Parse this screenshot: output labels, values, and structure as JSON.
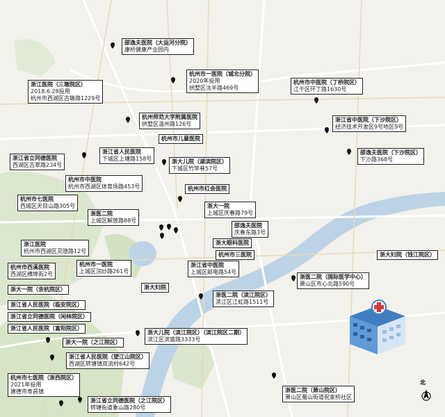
{
  "map": {
    "north_label": "北"
  },
  "labels": [
    {
      "name": "邵逸夫医院（大运河分院）",
      "sub": [
        "康桥健康产业园内"
      ]
    },
    {
      "name": "浙江医院（三墩院区）",
      "sub": [
        "2018.6.28投用",
        "杭州市西湖区古墩路1229号"
      ]
    },
    {
      "name": "杭州市一医院（城北分院）",
      "sub": [
        "2020年投用",
        "拱墅区沈半路469号"
      ]
    },
    {
      "name": "杭州市中医院（丁桥院区）",
      "sub": [
        "江干区环丁路1630号"
      ]
    },
    {
      "name": "杭州师范大学附属医院",
      "sub": [
        "拱墅区温州路126号"
      ]
    },
    {
      "name": "浙江省中医院（下沙院区）",
      "sub": [
        "经济技术开发区9号地区9号"
      ]
    },
    {
      "name": "杭州市儿童医院",
      "sub": []
    },
    {
      "name": "浙江省人民医院",
      "sub": [
        "下城区上塘路158号"
      ]
    },
    {
      "name": "邵逸夫医院（下沙院区）",
      "sub": [
        "下沙路368号"
      ]
    },
    {
      "name": "浙江省立同德医院",
      "sub": [
        "西湖区古翠路234号"
      ]
    },
    {
      "name": "浙大儿院（湖滨院区）",
      "sub": [
        "下城区竹竿巷57号"
      ]
    },
    {
      "name": "杭州市中医院",
      "sub": [
        "杭州市西湖区体育场路453号"
      ]
    },
    {
      "name": "杭州市红会医院",
      "sub": []
    },
    {
      "name": "杭州市七医院",
      "sub": [
        "西城区天目山路305号"
      ]
    },
    {
      "name": "浙大一院",
      "sub": [
        "上城区庆春路79号"
      ]
    },
    {
      "name": "浙医二院",
      "sub": [
        "上城区解放路88号"
      ]
    },
    {
      "name": "邵逸夫医院",
      "sub": [
        "庆春东路3号"
      ]
    },
    {
      "name": "浙江医院",
      "sub": [
        "杭州市西湖区灵隐路12号"
      ]
    },
    {
      "name": "浙大眼科医院",
      "sub": []
    },
    {
      "name": "杭州市西溪医院",
      "sub": [
        "西湖区横埠街2号"
      ]
    },
    {
      "name": "杭州市一医院",
      "sub": [
        "上城区浣纱路261号"
      ]
    },
    {
      "name": "杭州市三医院",
      "sub": []
    },
    {
      "name": "浙大妇院（钱江院区）",
      "sub": []
    },
    {
      "name": "浙江省中医院",
      "sub": [
        "上城区邮电路54号"
      ]
    },
    {
      "name": "浙医二院（国际医学中心）",
      "sub": [
        "萧山区市心北路590号"
      ]
    },
    {
      "name": "浙大妇院",
      "sub": []
    },
    {
      "name": "浙大一院（余杭院区）",
      "sub": []
    },
    {
      "name": "浙医二院（滨江院区）",
      "sub": [
        "滨江区江虹路1511号"
      ]
    },
    {
      "name": "浙江省人民医院（临安院区）",
      "sub": []
    },
    {
      "name": "浙江省立同德医院（闲林院区）",
      "sub": []
    },
    {
      "name": "浙江省人民医院（富阳院区）",
      "sub": []
    },
    {
      "name": "浙大儿院（滨江院区）（滨江院区二期）",
      "sub": [
        "滨江区滨盛路3333号"
      ]
    },
    {
      "name": "浙大一院（之江院区）",
      "sub": []
    },
    {
      "name": "浙江省人民医院（望江山院区）",
      "sub": [
        "西湖区转塘镇双流村642号"
      ]
    },
    {
      "name": "杭州市七医院（浙西院区）",
      "sub": [
        "2021年投用",
        "建德市寿昌镇"
      ]
    },
    {
      "name": "浙医二院（萧山院区）",
      "sub": [
        "萧山区蜀山街道祝家桥社区"
      ]
    },
    {
      "name": "浙江省立同德医院（之江院区）",
      "sub": [
        "转塘街道象山路280号"
      ]
    }
  ]
}
